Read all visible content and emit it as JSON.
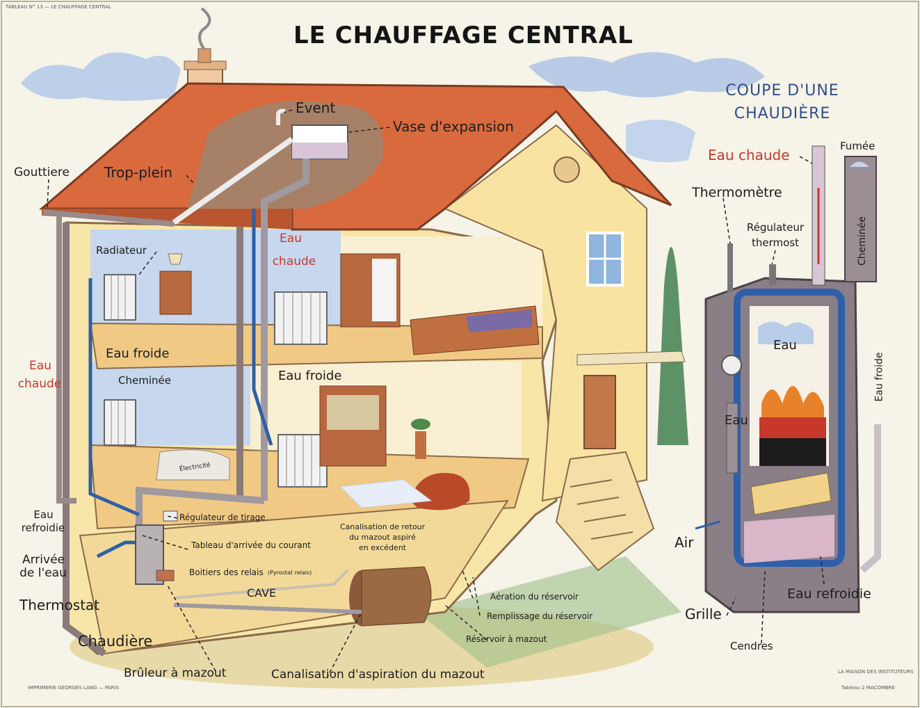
{
  "header": {
    "tableau": "TABLEAU N° 13 — LE CHAUFFAGE CENTRAL"
  },
  "title": "LE CHAUFFAGE CENTRAL",
  "section_coupe": {
    "line1": "COUPE D'UNE",
    "line2": "CHAUDIÈRE"
  },
  "labels": {
    "event": "Event",
    "vase_expansion": "Vase d'expansion",
    "gouttiere": "Gouttiere",
    "trop_plein": "Trop-plein",
    "radiateur": "Radiateur",
    "eau_chaude_l1": "Eau",
    "eau_chaude_l2": "chaude",
    "eau_froide_1": "Eau froide",
    "eau_chaude_left_l1": "Eau",
    "eau_chaude_left_l2": "chaude",
    "cheminee": "Cheminée",
    "eau_froide_2": "Eau froide",
    "electricite": "Électricité",
    "regulateur_tirage": "Régulateur de tirage",
    "tableau_arrivee": "Tableau d'arrivée du courant",
    "boitiers_relais": "Boitiers des relais",
    "pyrostat": "(Pyrostat relais)",
    "canal_retour_l1": "Canalisation de retour",
    "canal_retour_l2": "du mazout aspiré",
    "canal_retour_l3": "en excédent",
    "eau_refroidie_l1": "Eau",
    "eau_refroidie_l2": "refroidie",
    "arrivee_eau_l1": "Arrivée",
    "arrivee_eau_l2": "de l'eau",
    "thermostat": "Thermostat",
    "cave": "CAVE",
    "chaudiere": "Chaudière",
    "bruleur": "Brûleur à mazout",
    "aeration": "Aération du réservoir",
    "remplissage": "Remplissage du réservoir",
    "reservoir": "Réservoir à mazout",
    "canal_aspiration": "Canalisation d'aspiration du mazout"
  },
  "boiler_labels": {
    "eau_chaude": "Eau chaude",
    "fumee": "Fumée",
    "thermometre": "Thermomètre",
    "regulateur_l1": "Régulateur",
    "regulateur_l2": "thermost",
    "cheminee": "Cheminée",
    "eau_top": "Eau",
    "eau_mid": "Eau",
    "eau_froide": "Eau froide",
    "air": "Air",
    "eau_refroidie": "Eau refroidie",
    "grille": "Grille",
    "cendres": "Cendres"
  },
  "footer": {
    "imprimerie": "IMPRIMERIE GEORGES LANG — PARIS",
    "editor_l1": "LA MAISON DES INSTITUTEURS",
    "editor_l2": "Tableau 2 MACOMBRE"
  },
  "colors": {
    "roof": "#d96a3e",
    "wall_cream": "#f7e6a8",
    "hot_pipe": "#c8382a",
    "cold_pipe": "#2f5fa8",
    "sky": "#b8cde8",
    "boiler_grey": "#8a7f86"
  }
}
